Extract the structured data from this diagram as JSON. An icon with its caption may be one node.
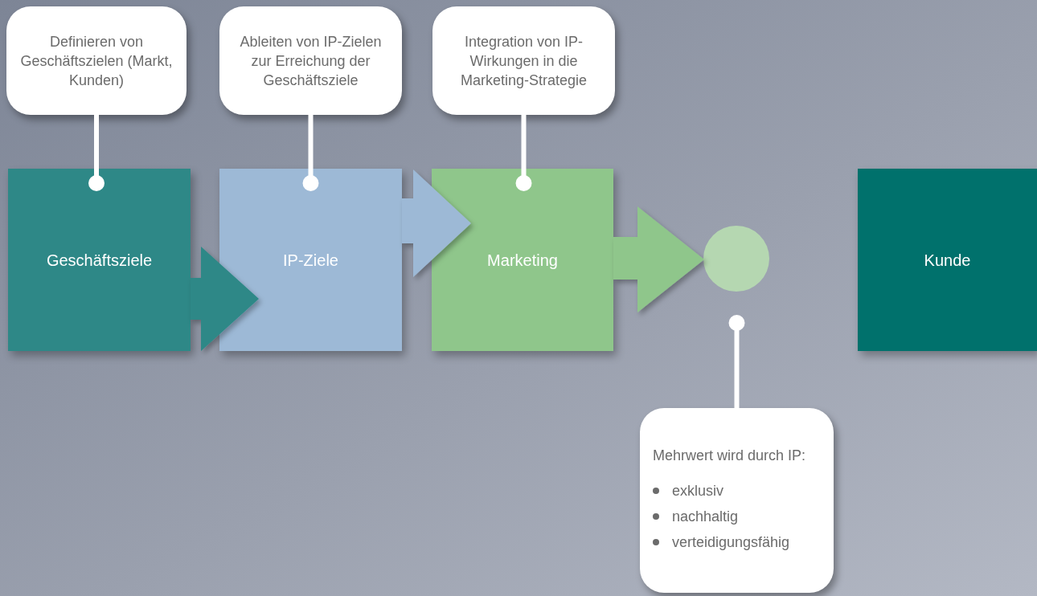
{
  "diagram": {
    "nodes": [
      {
        "text": [
          "Definieren von Geschäftszielen (Markt, Kunden)"
        ]
      },
      {
        "text": [
          "Ableiten von IP-Zielen zur Erreichung der Geschäftsziele"
        ]
      },
      {
        "text": [
          "Integration von IP-Wirkungen in die Marketing-Strategie"
        ]
      },
      {
        "text": [
          "Geschäftsziele"
        ]
      },
      {
        "text": [
          "IP-Ziele"
        ]
      },
      {
        "text": [
          "Marketing"
        ]
      },
      {
        "text": [],
        "shape": "circle"
      },
      {
        "text": [
          "Kunde"
        ]
      },
      {
        "text": [
          "Mehrwert wird durch IP:",
          "exklusiv",
          "nachhaltig",
          "verteidigungsfähig"
        ]
      }
    ],
    "edges": [
      {
        "from": 0,
        "to": 3,
        "arrow": "other"
      },
      {
        "from": 1,
        "to": 4,
        "arrow": "other"
      },
      {
        "from": 2,
        "to": 5,
        "arrow": "other"
      },
      {
        "from": 3,
        "to": 4,
        "arrow": "to",
        "style": "thick",
        "color": "#2e8887"
      },
      {
        "from": 4,
        "to": 5,
        "arrow": "to",
        "style": "thick",
        "color": "#9db9d6"
      },
      {
        "from": 5,
        "to": 6,
        "arrow": "to",
        "style": "thick",
        "color": "#8fc68b"
      },
      {
        "from": 8,
        "to": 6,
        "arrow": "other"
      }
    ]
  }
}
